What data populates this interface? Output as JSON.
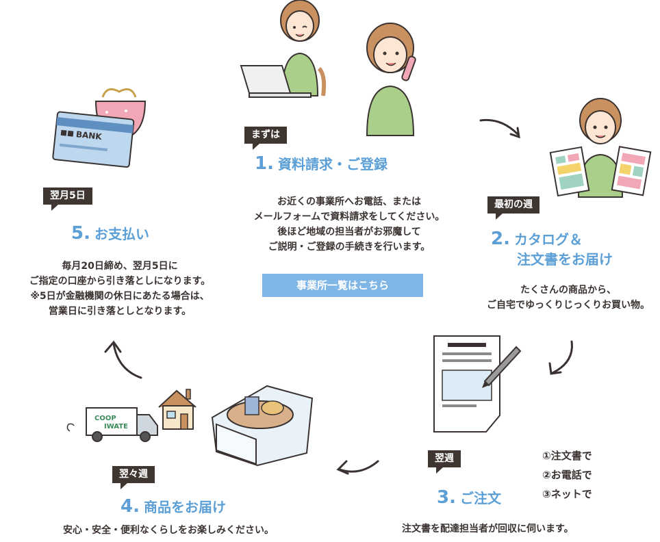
{
  "step1": {
    "tag": "まずは",
    "number": "1.",
    "title": "資料請求・ご登録",
    "lines": [
      "お近くの事業所へお電話、または",
      "メールフォームで資料請求をしてください。",
      "後ほど地域の担当者がお邪魔して",
      "ご説明・ご登録の手続きを行います。"
    ],
    "button": "事業所一覧はこちら"
  },
  "step2": {
    "tag": "最初の週",
    "number": "2.",
    "title_line1": "カタログ＆",
    "title_line2": "注文書をお届け",
    "lines": [
      "たくさんの商品から、",
      "ご自宅でゆっくりじっくりお買い物。"
    ]
  },
  "step3": {
    "tag": "翌週",
    "number": "3.",
    "title": "ご注文",
    "methods": [
      "①注文書で",
      "②お電話で",
      "③ネットで"
    ],
    "line": "注文書を配達担当者が回収に伺います。"
  },
  "step4": {
    "tag": "翌々週",
    "number": "4.",
    "title": "商品をお届け",
    "line": "安心・安全・便利なくらしをお楽しみください。",
    "truck_text1": "COOP",
    "truck_text2": "IWATE"
  },
  "step5": {
    "tag": "翌月5日",
    "number": "5.",
    "title": "お支払い",
    "lines": [
      "毎月20日締め、翌月5日に",
      "ご指定の口座から引き落としになります。",
      "※5日が金融機関の休日にあたる場合は、",
      "営業日に引き落としとなります。"
    ],
    "card_text": "BANK"
  },
  "colors": {
    "accent": "#5b9fd6",
    "tag_bg": "#3f3531",
    "button_bg": "#7fb6e6",
    "shirt": "#a9cf8a"
  }
}
